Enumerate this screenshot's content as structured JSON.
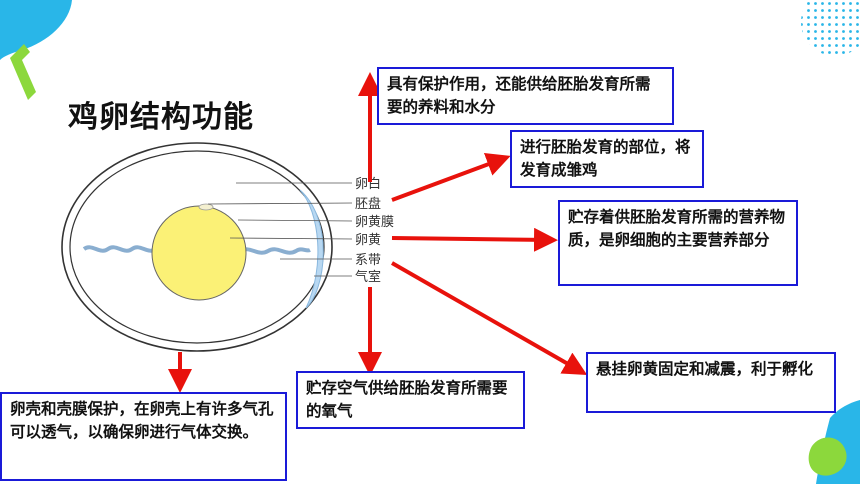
{
  "title": "鸡卵结构功能",
  "colors": {
    "arrow": "#e8120c",
    "box_border": "#1a1ad8",
    "yolk": "#fbf176",
    "air_cell": "#b8d8f2",
    "decor_blue": "#29b6e8",
    "decor_green": "#8cd83c"
  },
  "labels": {
    "albumen": "卵白",
    "blastodisc": "胚盘",
    "yolk_membrane": "卵黄膜",
    "yolk": "卵黄",
    "chalaza": "系带",
    "air_cell": "气室"
  },
  "functions": {
    "albumen": "具有保护作用，还能供给胚胎发育所需要的养料和水分",
    "blastodisc": "进行胚胎发育的部位，将发育成雏鸡",
    "yolk": "贮存着供胚胎发育所需的营养物质，是卵细胞的主要营养部分",
    "chalaza": "悬挂卵黄固定和减震，利于孵化",
    "air_cell": "贮存空气供给胚胎发育所需要的氧气",
    "shell": "卵壳和壳膜保护，在卵壳上有许多气孔可以透气，以确保卵进行气体交换。"
  }
}
